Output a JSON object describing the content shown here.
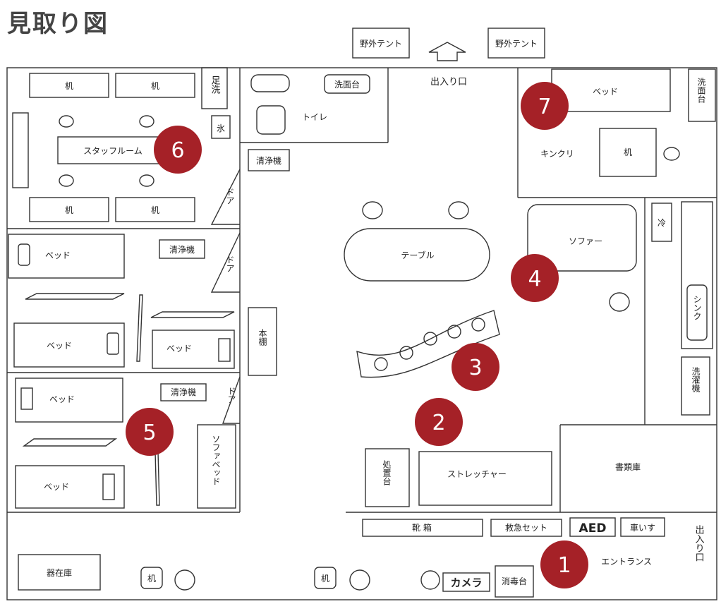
{
  "title": "見取り図",
  "labels": {
    "tent_left": "野外テント",
    "tent_right": "野外テント",
    "exit_top": "出入り口",
    "desk_1": "机",
    "desk_2": "机",
    "desk_3": "机",
    "desk_4": "机",
    "foot_wash": "足洗",
    "ice": "氷",
    "staff_room": "スタッフルーム",
    "sink_top": "洗面台",
    "toilet": "トイレ",
    "purifier_hall": "清浄機",
    "door_1": "ドア",
    "door_2": "ドア",
    "door_3": "ドア",
    "bed_r2_1": "ベッド",
    "bed_r2_2": "ベッド",
    "bed_r2_3": "ベッド",
    "purifier_r2": "清浄機",
    "bed_r3_1": "ベッド",
    "bed_r3_2": "ベッド",
    "purifier_r3": "清浄機",
    "sofa_bed": "ソファベッド",
    "bookshelf": "本棚",
    "table": "テーブル",
    "bed_kitchen": "ベッド",
    "washbasin_right": "洗面台",
    "kitchen": "キンクリ",
    "desk_kitchen": "机",
    "sofa": "ソファー",
    "fridge": "冷",
    "sink": "シンク",
    "washer": "洗濯機",
    "treatment": "処置台",
    "stretcher": "ストレッチャー",
    "documents": "書類庫",
    "shoe_box": "靴 箱",
    "first_aid": "救急セット",
    "aed": "AED",
    "wheelchair": "車いす",
    "exit_right": "出入り口",
    "entrance": "エントランス",
    "storage": "器在庫",
    "desk_b1": "机",
    "desk_b2": "机",
    "camera": "カメラ",
    "disinfect": "消毒台"
  },
  "markers": [
    "1",
    "2",
    "3",
    "4",
    "5",
    "6",
    "7"
  ],
  "colors": {
    "marker": "#a52127",
    "marker_text": "#ffffff",
    "line": "#333333"
  }
}
